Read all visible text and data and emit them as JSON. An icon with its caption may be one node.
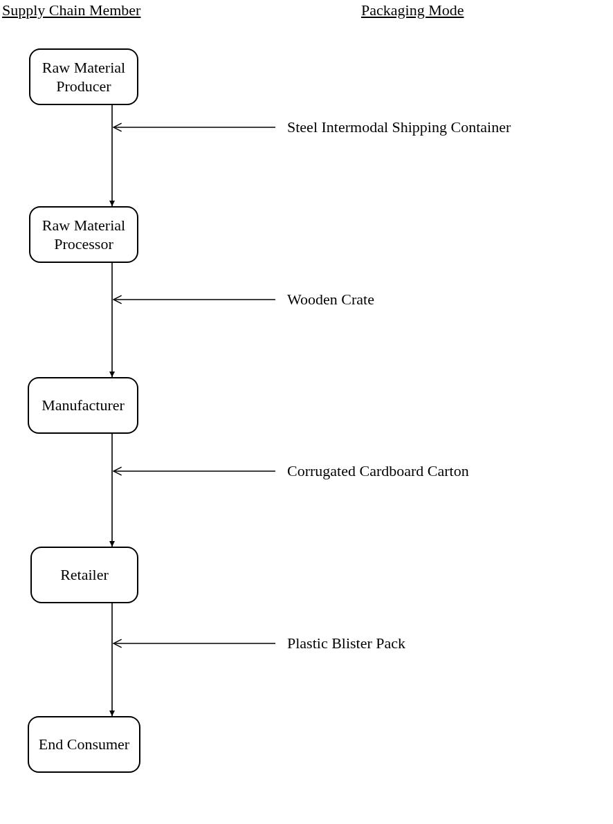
{
  "diagram": {
    "nodes": [
      {
        "text": [
          "Raw Material Producer"
        ]
      },
      {
        "text": [
          "Steel Intermodal Shipping Container"
        ]
      },
      {
        "text": [
          "Raw Material Processor"
        ]
      },
      {
        "text": [
          "Wooden Crate"
        ]
      },
      {
        "text": [
          "Manufacturer"
        ]
      },
      {
        "text": [
          "Corrugated Cardboard Carton"
        ]
      },
      {
        "text": [
          "Retailer"
        ]
      },
      {
        "text": [
          "Plastic Blister Pack"
        ]
      },
      {
        "text": [
          "End Consumer"
        ]
      }
    ],
    "edges": [
      {
        "from": 0,
        "to": 2,
        "arrow": "to"
      },
      {
        "from": 1,
        "to": null,
        "arrow": "to"
      },
      {
        "from": 2,
        "to": 4,
        "arrow": "to"
      },
      {
        "from": 3,
        "to": null,
        "arrow": "to"
      },
      {
        "from": 4,
        "to": 6,
        "arrow": "to"
      },
      {
        "from": 5,
        "to": null,
        "arrow": "to"
      },
      {
        "from": 6,
        "to": 8,
        "arrow": "to"
      },
      {
        "from": 7,
        "to": null,
        "arrow": "to"
      }
    ],
    "labels": [
      "Supply Chain Member",
      "Packaging Mode"
    ]
  }
}
